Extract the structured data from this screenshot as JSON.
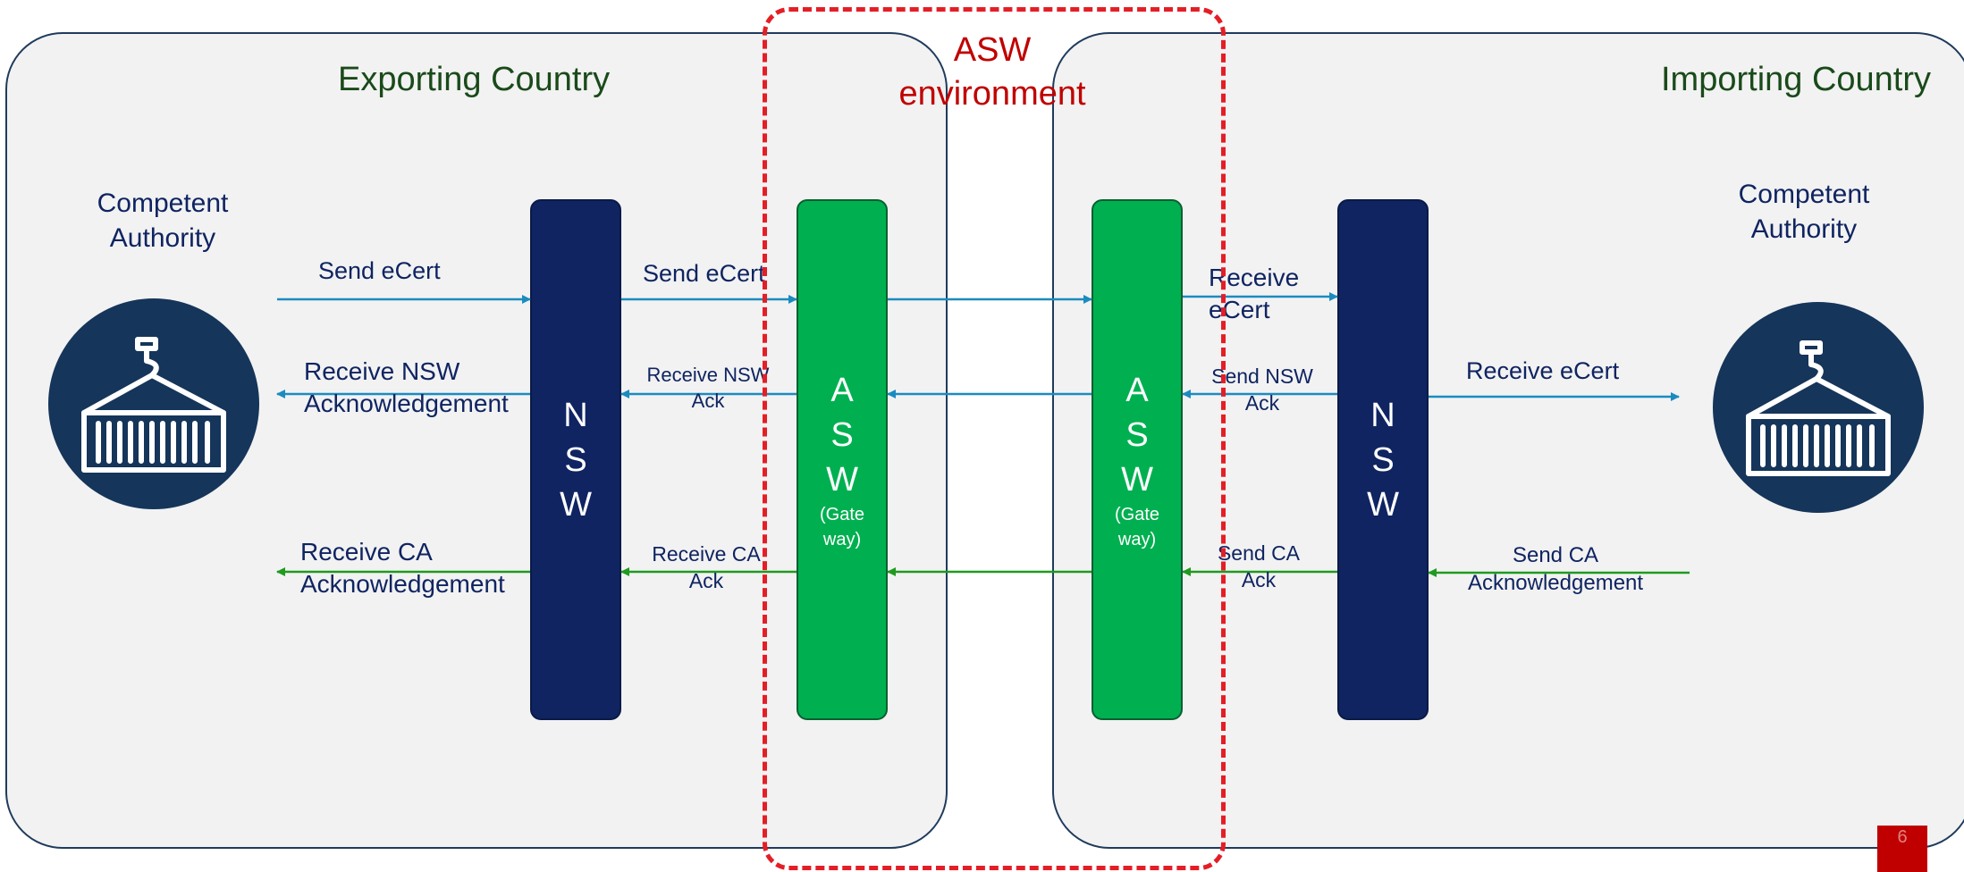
{
  "exporting": {
    "title": "Exporting Country",
    "ca_label": "Competent\nAuthority",
    "ca_icon": "cargo-container-icon"
  },
  "importing": {
    "title": "Importing Country",
    "ca_label": "Competent\nAuthority",
    "ca_icon": "cargo-container-icon"
  },
  "asw_environment": "ASW\nenvironment",
  "nodes": {
    "nsw_export": {
      "letters": "N\nS\nW"
    },
    "asw_export": {
      "letters": "A\nS\nW",
      "sub": "(Gate\nway)"
    },
    "asw_import": {
      "letters": "A\nS\nW",
      "sub": "(Gate\nway)"
    },
    "nsw_import": {
      "letters": "N\nS\nW"
    }
  },
  "labels": {
    "ca_send_ecert": "Send eCert",
    "ca_receive_nsw_ack": "Receive NSW\nAcknowledgement",
    "ca_receive_ca_ack": "Receive CA\nAcknowledgement",
    "nsw_send_ecert": "Send eCert",
    "nsw_receive_nsw_ack": "Receive NSW\nAck",
    "nsw_receive_ca_ack": "Receive CA\nAck",
    "imp_receive_ecert": "Receive\neCert",
    "imp_send_nsw_ack": "Send NSW\nAck",
    "imp_send_ca_ack": "Send CA\nAck",
    "imp_ca_receive_ecert": "Receive eCert",
    "imp_ca_send_ca_ack": "Send CA\nAcknowledgement"
  },
  "colors": {
    "ecert_flow": "#1b8bbf",
    "ca_ack_flow": "#1f9a1f",
    "nsw": "#0f2461",
    "asw": "#00b050",
    "asw_boundary": "#e41e26"
  },
  "page_number": "6"
}
